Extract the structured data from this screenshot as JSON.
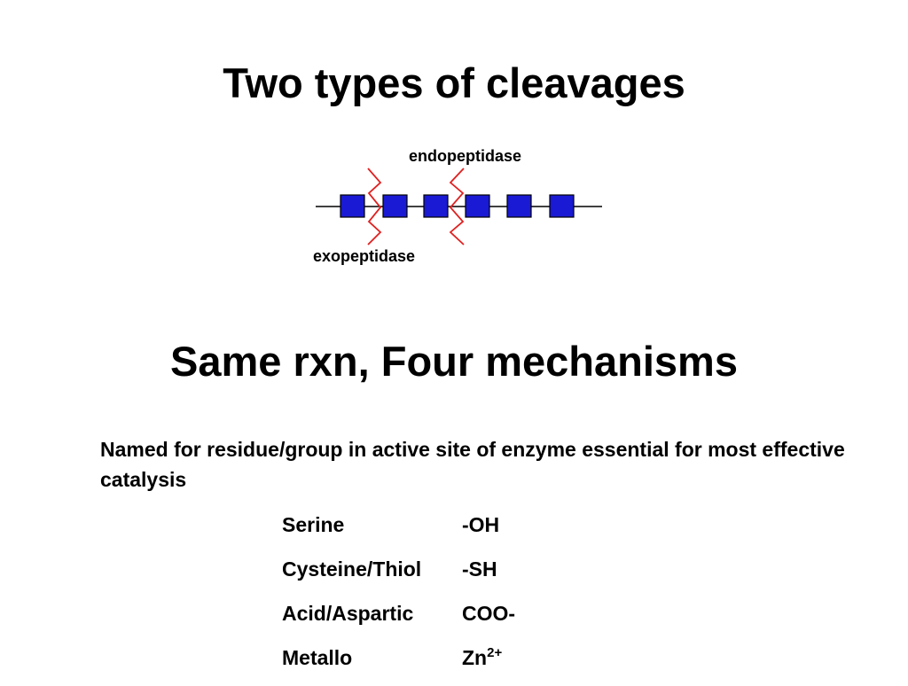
{
  "slide": {
    "title_cleavages": "Two types of cleavages",
    "diagram": {
      "endopeptidase_label": "endopeptidase",
      "exopeptidase_label": "exopeptidase",
      "residue_count": 6,
      "residue_color": "#1a1ad4",
      "cut_color": "#e02020"
    },
    "title_mechanisms": "Same rxn, Four mechanisms",
    "description": "Named for residue/group in active site of enzyme essential for most effective catalysis",
    "mechanisms": [
      {
        "name": "Serine",
        "group": "-OH",
        "superscript": ""
      },
      {
        "name": "Cysteine/Thiol",
        "group": "-SH",
        "superscript": ""
      },
      {
        "name": "Acid/Aspartic",
        "group": "COO-",
        "superscript": ""
      },
      {
        "name": "Metallo",
        "group": "Zn",
        "superscript": "2+"
      }
    ]
  }
}
